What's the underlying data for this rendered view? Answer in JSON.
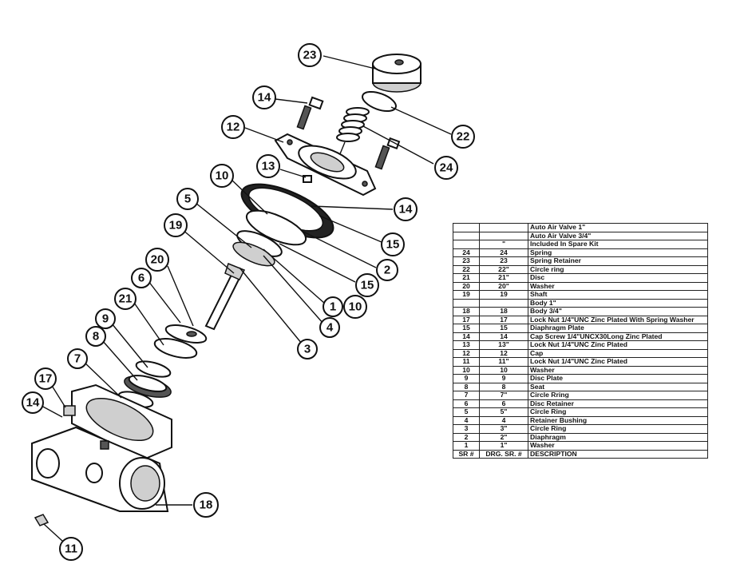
{
  "callouts": [
    "23",
    "14",
    "22",
    "12",
    "24",
    "13",
    "10",
    "14",
    "5",
    "15",
    "19",
    "2",
    "20",
    "15",
    "6",
    "1",
    "10",
    "21",
    "4",
    "9",
    "3",
    "8",
    "7",
    "17",
    "14",
    "18",
    "11"
  ],
  "table": {
    "rows": [
      {
        "sr": "",
        "drg": "",
        "desc": "Auto Air Valve 1\""
      },
      {
        "sr": "",
        "drg": "",
        "desc": "Auto Air Valve 3/4\""
      },
      {
        "sr": "",
        "drg": "\"",
        "desc": "Included In Spare Kit"
      },
      {
        "sr": "24",
        "drg": "24",
        "desc": "Spring"
      },
      {
        "sr": "23",
        "drg": "23",
        "desc": "Spring Retainer"
      },
      {
        "sr": "22",
        "drg": "22\"",
        "desc": "Circle ring"
      },
      {
        "sr": "21",
        "drg": "21\"",
        "desc": "Disc"
      },
      {
        "sr": "20",
        "drg": "20\"",
        "desc": "Washer"
      },
      {
        "sr": "19",
        "drg": "19",
        "desc": "Shaft"
      },
      {
        "sr": "",
        "drg": "",
        "desc": "Body 1\""
      },
      {
        "sr": "18",
        "drg": "18",
        "desc": "Body 3/4\""
      },
      {
        "sr": "17",
        "drg": "17",
        "desc": "Lock Nut 1/4\"UNC Zinc Plated With Spring Washer"
      },
      {
        "sr": "15",
        "drg": "15",
        "desc": "Diaphragm Plate"
      },
      {
        "sr": "14",
        "drg": "14",
        "desc": "Cap Screw 1/4\"UNCX30Long Zinc Plated"
      },
      {
        "sr": "13",
        "drg": "13\"",
        "desc": "Lock Nut 1/4\"UNC Zinc Plated"
      },
      {
        "sr": "12",
        "drg": "12",
        "desc": "Cap"
      },
      {
        "sr": "11",
        "drg": "11\"",
        "desc": "Lock Nut 1/4\"UNC Zinc Plated"
      },
      {
        "sr": "10",
        "drg": "10",
        "desc": "Washer"
      },
      {
        "sr": "9",
        "drg": "9",
        "desc": "Disc Plate"
      },
      {
        "sr": "8",
        "drg": "8",
        "desc": "Seat"
      },
      {
        "sr": "7",
        "drg": "7\"",
        "desc": "Circle Rring"
      },
      {
        "sr": "6",
        "drg": "6",
        "desc": "Disc Retainer"
      },
      {
        "sr": "5",
        "drg": "5\"",
        "desc": "Circle Ring"
      },
      {
        "sr": "4",
        "drg": "4",
        "desc": "Retainer Bushing"
      },
      {
        "sr": "3",
        "drg": "3\"",
        "desc": "Circle Ring"
      },
      {
        "sr": "2",
        "drg": "2\"",
        "desc": "Diaphragm"
      },
      {
        "sr": "1",
        "drg": "1\"",
        "desc": "Washer"
      }
    ],
    "header": {
      "sr": "SR #",
      "drg": "DRG. SR. #",
      "desc": "DESCRIPTION"
    }
  }
}
